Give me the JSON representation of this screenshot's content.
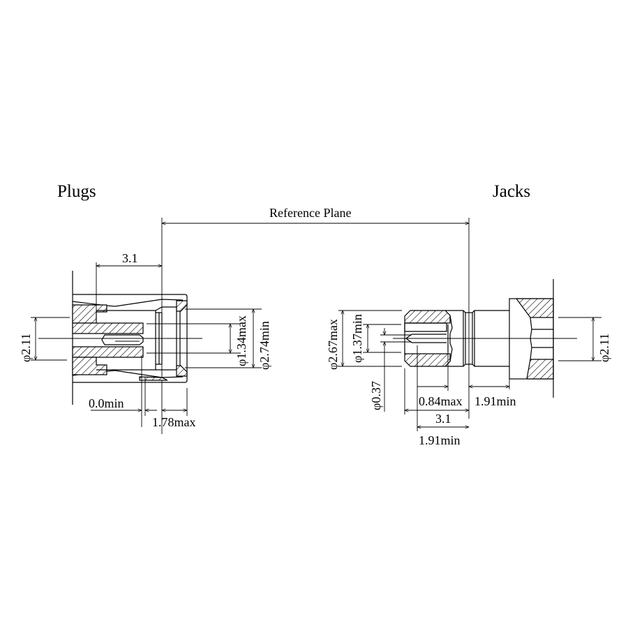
{
  "titles": {
    "plugs": "Plugs",
    "jacks": "Jacks",
    "reference_plane": "Reference Plane"
  },
  "plug_dims": {
    "length": "3.1",
    "outer_dia": "φ2.11",
    "inner_dia": "φ1.34max",
    "coupling_dia": "φ2.74min",
    "pin_recess": "0.0min",
    "coupling_len": "1.78max"
  },
  "jack_dims": {
    "outer_dia": "φ2.67max",
    "inner_dia": "φ1.37min",
    "pin_dia": "φ0.37",
    "pin_depth": "0.84max",
    "body_len": "1.91min",
    "length": "3.1",
    "bore_len": "1.91min",
    "flange_dia": "φ2.11"
  }
}
